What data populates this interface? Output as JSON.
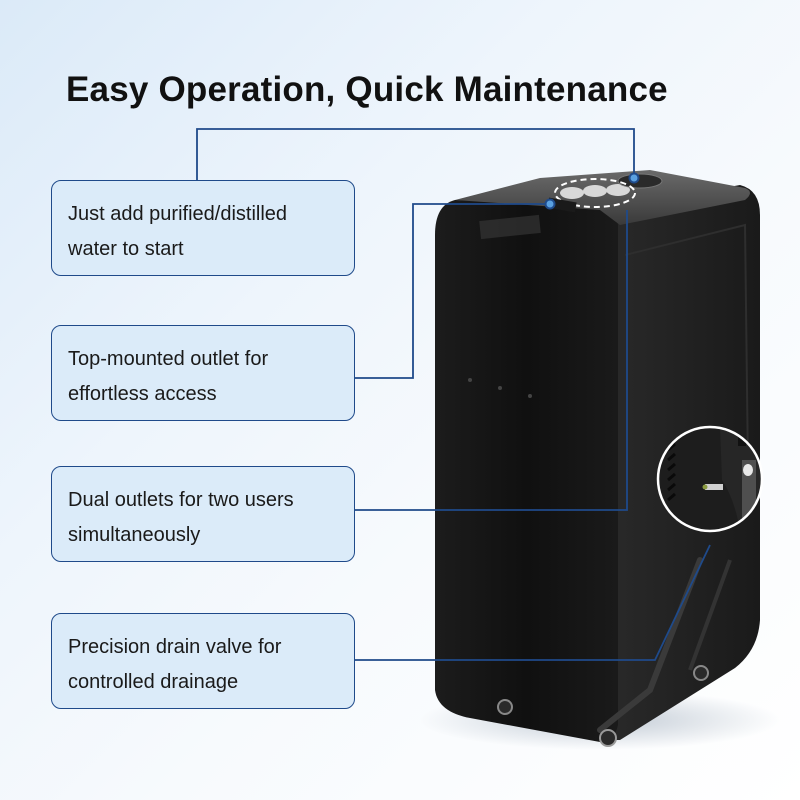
{
  "title": "Easy Operation, Quick Maintenance",
  "features": [
    {
      "line1": "Just add purified/distilled",
      "line2": "water to start"
    },
    {
      "line1": "Top-mounted outlet for",
      "line2": "effortless access"
    },
    {
      "line1": "Dual outlets for two users",
      "line2": "simultaneously"
    },
    {
      "line1": "Precision drain valve for",
      "line2": "controlled drainage"
    }
  ],
  "colors": {
    "accent_line": "#1f4a8a",
    "box_fill": "#dbebf9",
    "marker_fill": "#5aa0e0",
    "device_body": "#151515"
  },
  "product_image": "black-cold-plunge-chiller-unit-on-wheels",
  "inset_image": "side-panel-closeup-with-vents-and-drain-valve"
}
